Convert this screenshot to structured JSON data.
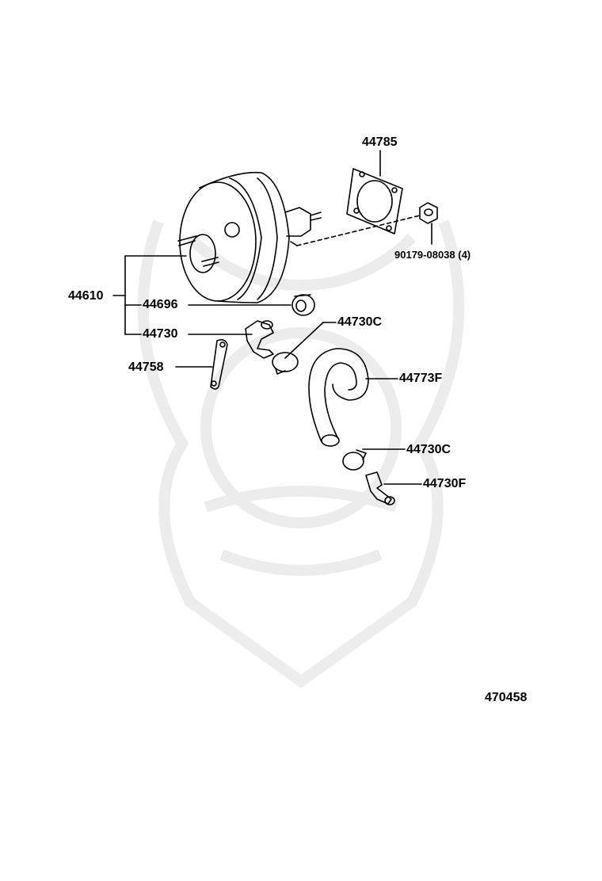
{
  "diagram": {
    "parts": {
      "booster_assembly": "44610",
      "gasket": "44696",
      "check_valve": "44730",
      "clamp_upper": "44730C",
      "bracket": "44758",
      "hose": "44773F",
      "clamp_lower": "44730C",
      "union": "44730F",
      "plate_gasket": "44785",
      "nut": "90179-08038 (4)"
    },
    "page_number": "470458"
  }
}
